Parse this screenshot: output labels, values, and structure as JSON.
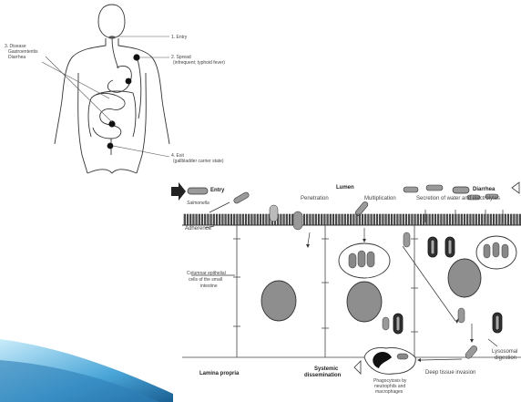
{
  "body_diagram": {
    "labels": {
      "entry": "1. Entry",
      "spread_title": "2. Spread",
      "spread_sub": "(infrequent; typhoid fever)",
      "disease_title": "3. Disease",
      "disease_sub1": "Gastroenteritis",
      "disease_sub2": "Diarrhea",
      "exit_title": "4. Exit",
      "exit_sub": "(gallbladder carrier state)"
    }
  },
  "cell_diagram": {
    "labels": {
      "entry": "Entry",
      "salmonella": "Salmonella",
      "lumen": "Lumen",
      "diarrhea": "Diarrhea",
      "penetration": "Penetration",
      "multiplication": "Multiplication",
      "secretion": "Secretion of water and electrolytes",
      "adherence": "Adherence",
      "columnar1": "Columnar epithelial",
      "columnar2": "cells of the small",
      "columnar3": "intestine",
      "lamina": "Lamina propria",
      "systemic1": "Systemic",
      "systemic2": "dissemination",
      "phago1": "Phagocytosis by",
      "phago2": "neutrophils and",
      "phago3": "macrophages",
      "deep": "Deep tissue invasion",
      "lysosomal1": "Lysosomal",
      "lysosomal2": "digestion"
    }
  },
  "colors": {
    "decor_blue_light": "#9fd4ef",
    "decor_blue_dark": "#1e6fa8",
    "line": "#333333"
  }
}
